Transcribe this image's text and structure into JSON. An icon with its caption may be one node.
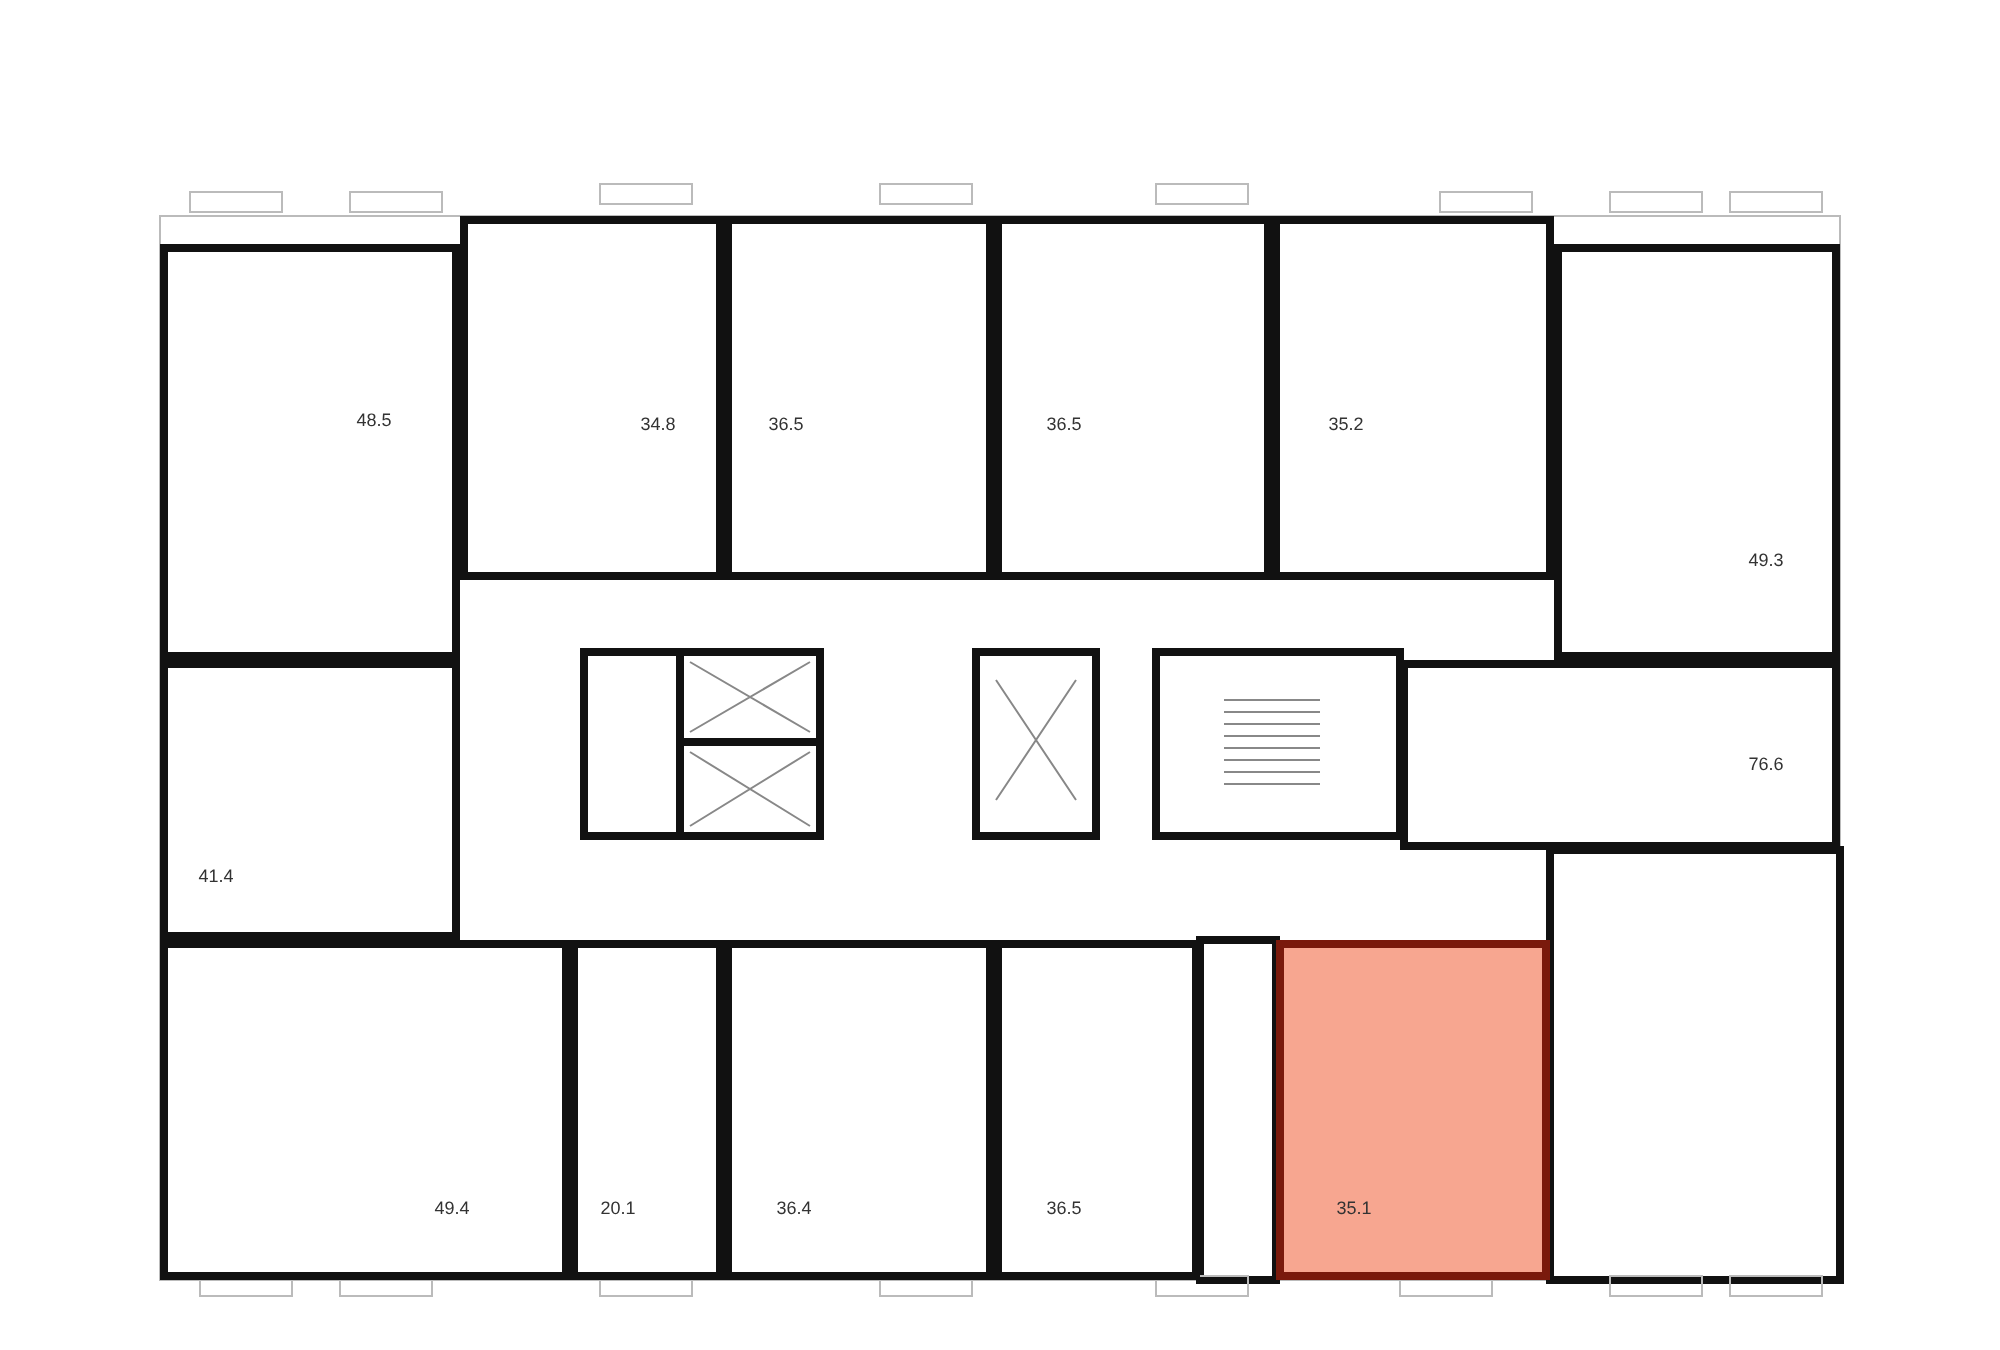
{
  "diagram": {
    "nodes": [
      {
        "text": [
          "48.5"
        ]
      },
      {
        "text": [
          "34.8"
        ]
      },
      {
        "text": [
          "36.5"
        ]
      },
      {
        "text": [
          "36.5"
        ]
      },
      {
        "text": [
          "35.2"
        ]
      },
      {
        "text": [
          "49.3"
        ]
      },
      {
        "text": [
          "76.6"
        ]
      },
      {
        "text": [
          "41.4"
        ]
      },
      {
        "text": [
          "49.4"
        ]
      },
      {
        "text": [
          "20.1"
        ]
      },
      {
        "text": [
          "36.4"
        ]
      },
      {
        "text": [
          "36.5"
        ]
      },
      {
        "text": [
          "35.1"
        ]
      }
    ]
  }
}
